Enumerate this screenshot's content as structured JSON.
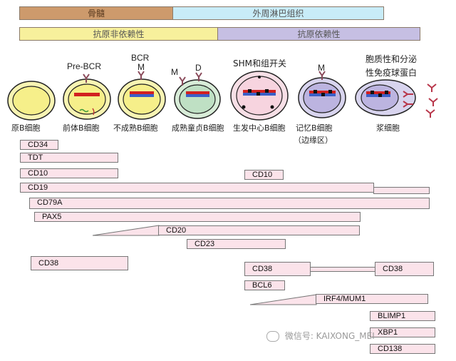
{
  "top_bars": {
    "bone_marrow": "骨髓",
    "peripheral_lymphoid": "外周淋巴组织",
    "antigen_independent": "抗原非依赖性",
    "antigen_dependent": "抗原依赖性"
  },
  "cell_annotations": {
    "pre_bcr": "Pre-BCR",
    "bcr": "BCR",
    "bcr_m": "M",
    "mature_m": "M",
    "mature_d": "D",
    "shm": "SHM和组开关",
    "memory_m": "M",
    "plasma_secretion_line1": "胞质性和分泌",
    "plasma_secretion_line2": "性免疫球蛋白"
  },
  "stages": {
    "pro_b": "原B细胞",
    "pre_b": "前体B细胞",
    "immature_b": "不成熟B细胞",
    "mature_naive_b": "成熟童贞B细胞",
    "germinal_center_b": "生发中心B细胞",
    "memory_b": "记忆B细胞",
    "memory_b_sub": "（边缘区）",
    "plasma": "浆细胞"
  },
  "markers": {
    "cd34": "CD34",
    "tdt": "TDT",
    "cd10_a": "CD10",
    "cd10_b": "CD10",
    "cd19": "CD19",
    "cd79a": "CD79A",
    "pax5": "PAX5",
    "cd20": "CD20",
    "cd23": "CD23",
    "cd38_a": "CD38",
    "cd38_b": "CD38",
    "cd38_c": "CD38",
    "bcl6": "BCL6",
    "irf4": "IRF4/MUM1",
    "blimp1": "BLIMP1",
    "xbp1": "XBP1",
    "cd138": "CD138"
  },
  "watermark": "微信号: KAIXONG_MEI",
  "colors": {
    "bone_marrow": "#cd9a6c",
    "peripheral": "#c8ecf8",
    "antigen_independent": "#f7f09c",
    "antigen_dependent": "#c6bfe3",
    "marker_fill": "#fbe3ea"
  }
}
